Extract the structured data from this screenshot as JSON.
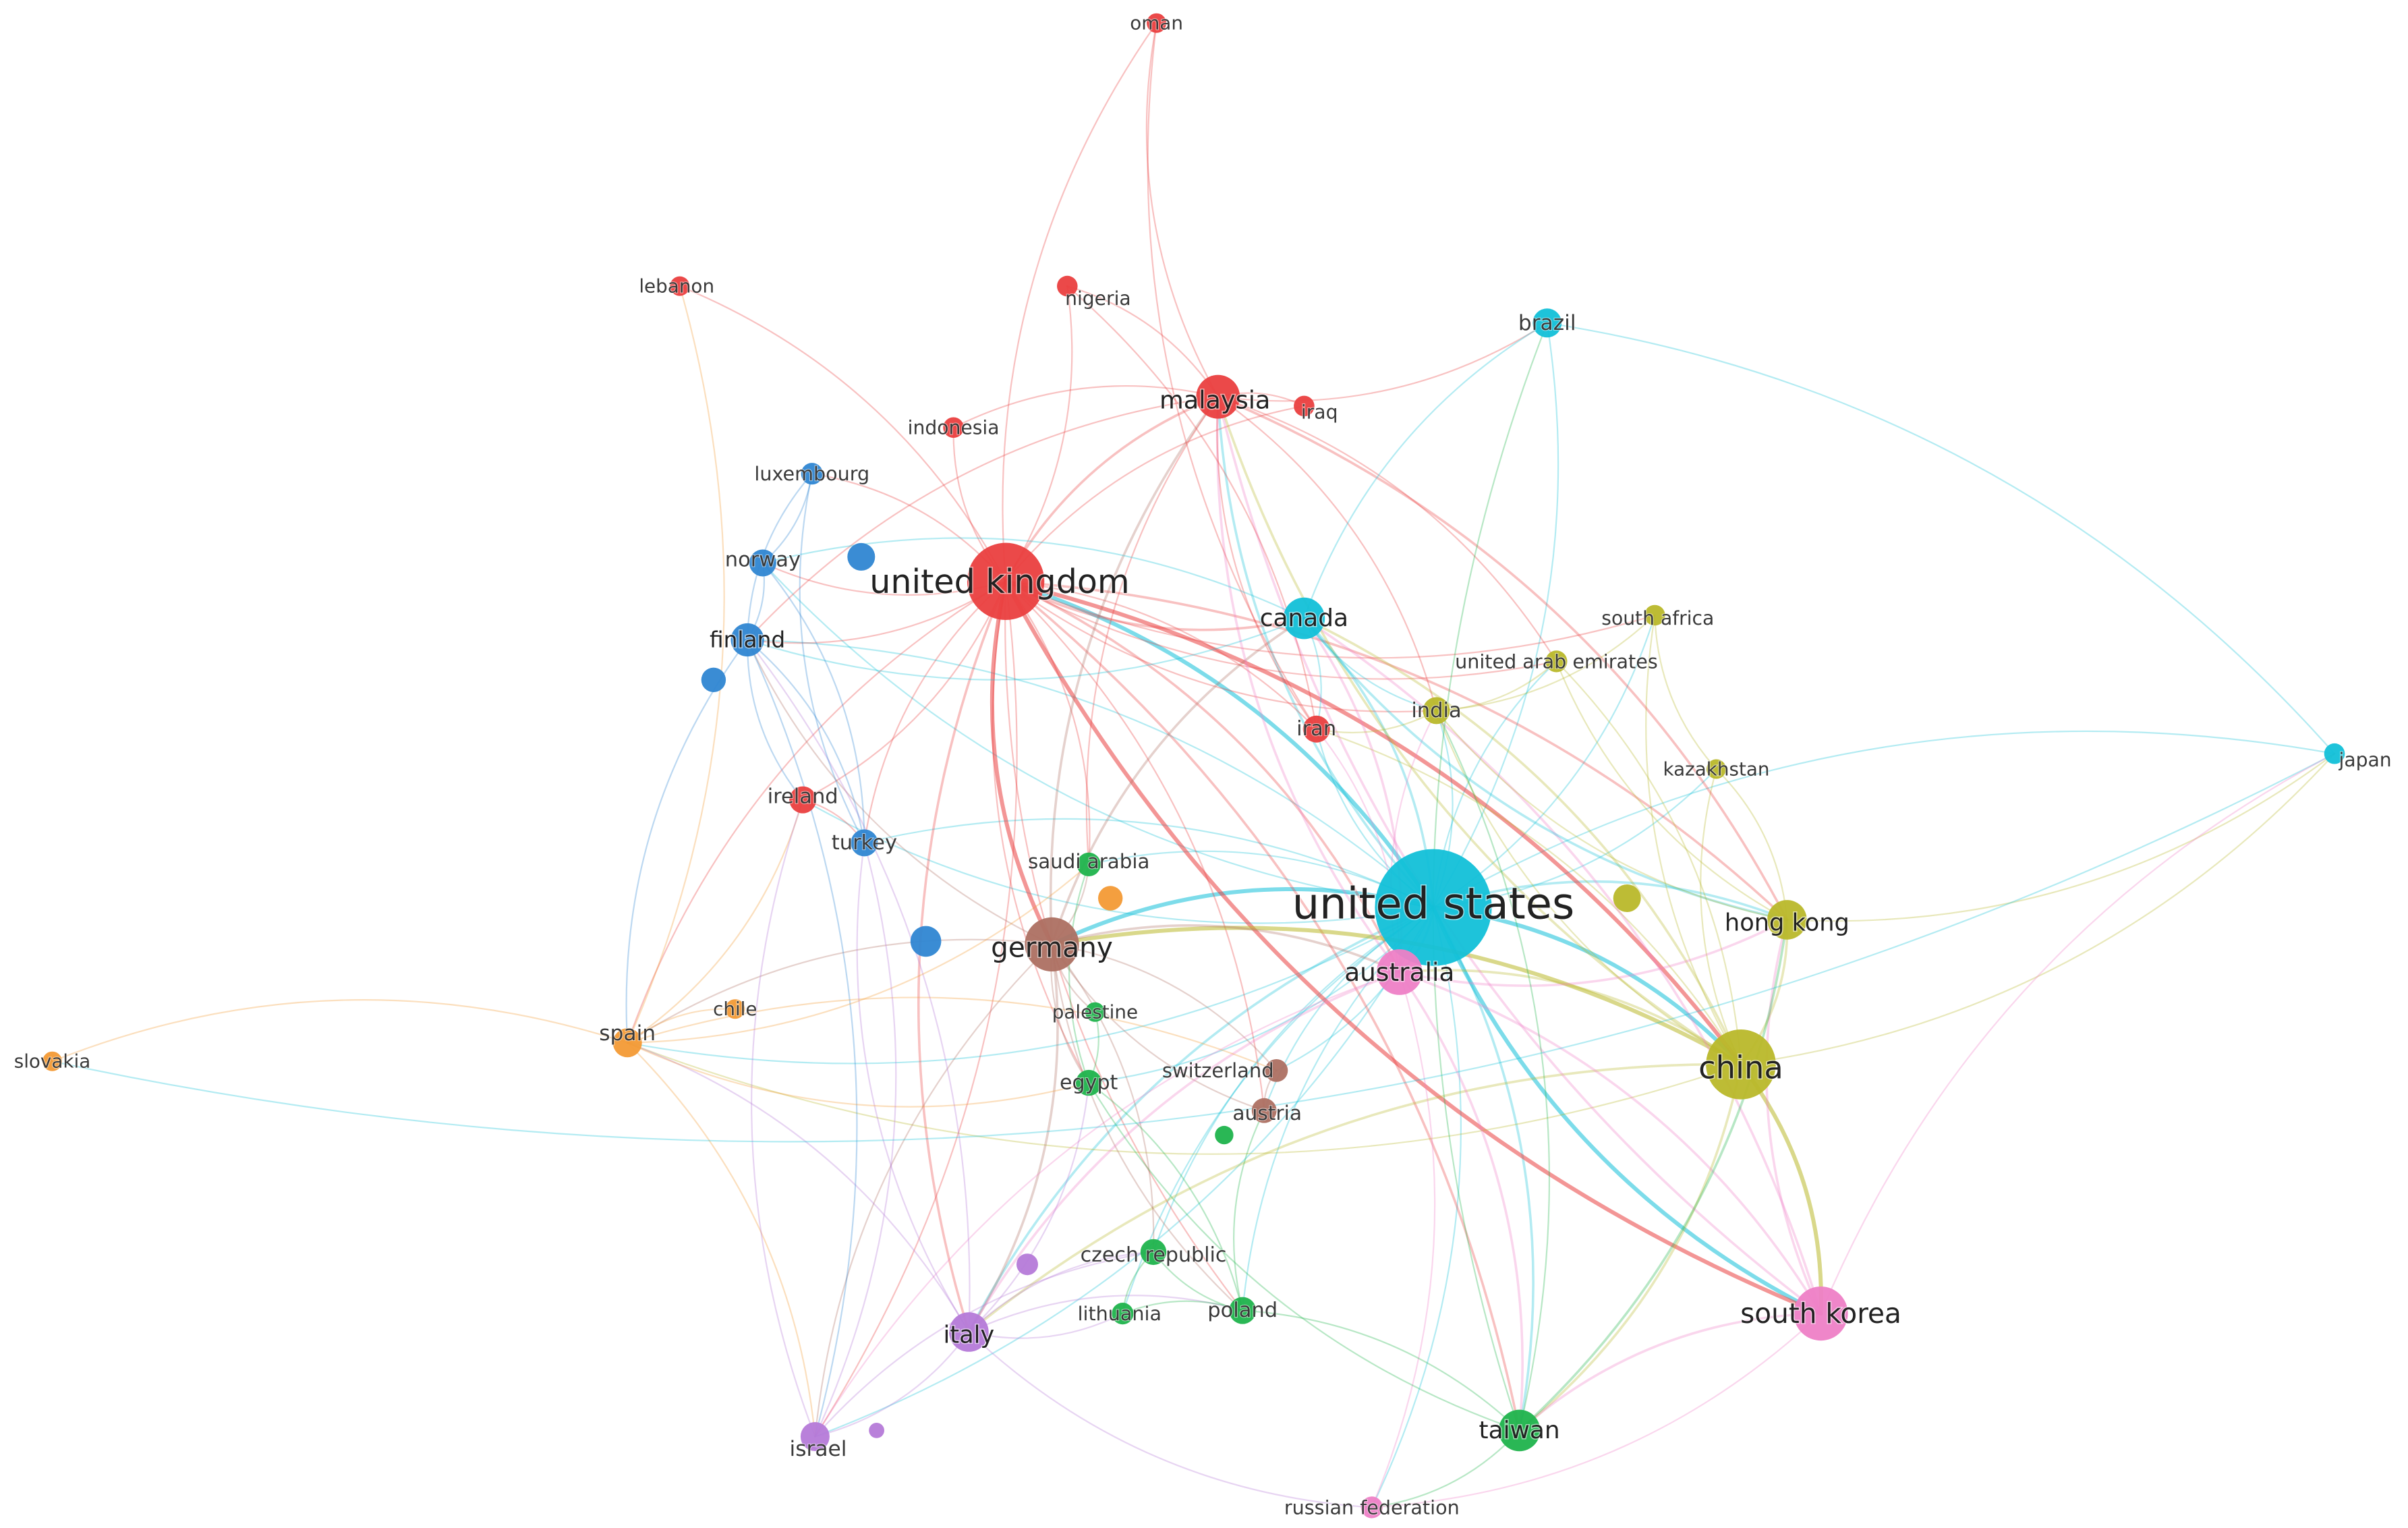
{
  "clusters": {
    "red": "#ea3f3f",
    "blue": "#2f86d2",
    "cyan": "#12c0d8",
    "olive": "#b9b82a",
    "green": "#1fb34c",
    "purple": "#b57ad8",
    "pink": "#ee7fc6",
    "brown": "#ad7062",
    "orange": "#f39a35"
  },
  "nodes": [
    {
      "id": "united-states",
      "label": "united states",
      "cluster": "cyan",
      "weight": 100
    },
    {
      "id": "united-kingdom",
      "label": "united kingdom",
      "cluster": "red",
      "weight": 62
    },
    {
      "id": "china",
      "label": "china",
      "cluster": "olive",
      "weight": 55
    },
    {
      "id": "germany",
      "label": "germany",
      "cluster": "brown",
      "weight": 40
    },
    {
      "id": "australia",
      "label": "australia",
      "cluster": "pink",
      "weight": 32
    },
    {
      "id": "south-korea",
      "label": "south korea",
      "cluster": "pink",
      "weight": 40
    },
    {
      "id": "malaysia",
      "label": "malaysia",
      "cluster": "red",
      "weight": 30
    },
    {
      "id": "canada",
      "label": "canada",
      "cluster": "cyan",
      "weight": 28
    },
    {
      "id": "hong-kong",
      "label": "hong kong",
      "cluster": "olive",
      "weight": 26
    },
    {
      "id": "italy",
      "label": "italy",
      "cluster": "purple",
      "weight": 26
    },
    {
      "id": "taiwan",
      "label": "taiwan",
      "cluster": "green",
      "weight": 28
    },
    {
      "id": "finland",
      "label": "finland",
      "cluster": "blue",
      "weight": 20
    },
    {
      "id": "spain",
      "label": "spain",
      "cluster": "orange",
      "weight": 16
    },
    {
      "id": "brazil",
      "label": "brazil",
      "cluster": "cyan",
      "weight": 16
    },
    {
      "id": "norway",
      "label": "norway",
      "cluster": "blue",
      "weight": 14
    },
    {
      "id": "india",
      "label": "india",
      "cluster": "olive",
      "weight": 14
    },
    {
      "id": "ireland",
      "label": "ireland",
      "cluster": "red",
      "weight": 14
    },
    {
      "id": "turkey",
      "label": "turkey",
      "cluster": "blue",
      "weight": 14
    },
    {
      "id": "iran",
      "label": "iran",
      "cluster": "red",
      "weight": 14
    },
    {
      "id": "poland",
      "label": "poland",
      "cluster": "green",
      "weight": 14
    },
    {
      "id": "israel",
      "label": "israel",
      "cluster": "purple",
      "weight": 16
    },
    {
      "id": "czech-republic",
      "label": "czech republic",
      "cluster": "green",
      "weight": 13
    },
    {
      "id": "egypt",
      "label": "egypt",
      "cluster": "green",
      "weight": 13
    },
    {
      "id": "austria",
      "label": "austria",
      "cluster": "brown",
      "weight": 12
    },
    {
      "id": "switzerland",
      "label": "switzerland",
      "cluster": "brown",
      "weight": 10
    },
    {
      "id": "saudi-arabia",
      "label": "saudi arabia",
      "cluster": "green",
      "weight": 11
    },
    {
      "id": "luxembourg",
      "label": "luxembourg",
      "cluster": "blue",
      "weight": 9
    },
    {
      "id": "indonesia",
      "label": "indonesia",
      "cluster": "red",
      "weight": 8
    },
    {
      "id": "nigeria",
      "label": "nigeria",
      "cluster": "red",
      "weight": 8
    },
    {
      "id": "iraq",
      "label": "iraq",
      "cluster": "red",
      "weight": 8
    },
    {
      "id": "lebanon",
      "label": "lebanon",
      "cluster": "red",
      "weight": 7
    },
    {
      "id": "oman",
      "label": "oman",
      "cluster": "red",
      "weight": 7
    },
    {
      "id": "south-africa",
      "label": "south africa",
      "cluster": "olive",
      "weight": 8
    },
    {
      "id": "united-arab-emirates",
      "label": "united arab emirates",
      "cluster": "olive",
      "weight": 9
    },
    {
      "id": "kazakhstan",
      "label": "kazakhstan",
      "cluster": "olive",
      "weight": 7
    },
    {
      "id": "japan",
      "label": "japan",
      "cluster": "cyan",
      "weight": 8
    },
    {
      "id": "chile",
      "label": "chile",
      "cluster": "orange",
      "weight": 7
    },
    {
      "id": "palestine",
      "label": "palestine",
      "cluster": "green",
      "weight": 7
    },
    {
      "id": "lithuania",
      "label": "lithuania",
      "cluster": "green",
      "weight": 9
    },
    {
      "id": "russian-federation",
      "label": "russian federation",
      "cluster": "pink",
      "weight": 9
    },
    {
      "id": "slovakia",
      "label": "slovakia",
      "cluster": "orange",
      "weight": 7
    }
  ],
  "links": [
    [
      "united-states",
      "united-kingdom"
    ],
    [
      "united-states",
      "china"
    ],
    [
      "united-states",
      "germany"
    ],
    [
      "united-states",
      "australia"
    ],
    [
      "united-states",
      "south-korea"
    ],
    [
      "united-states",
      "malaysia"
    ],
    [
      "united-states",
      "canada"
    ],
    [
      "united-states",
      "hong-kong"
    ],
    [
      "united-states",
      "italy"
    ],
    [
      "united-states",
      "taiwan"
    ],
    [
      "united-states",
      "finland"
    ],
    [
      "united-states",
      "spain"
    ],
    [
      "united-states",
      "brazil"
    ],
    [
      "united-states",
      "norway"
    ],
    [
      "united-states",
      "india"
    ],
    [
      "united-states",
      "ireland"
    ],
    [
      "united-states",
      "turkey"
    ],
    [
      "united-states",
      "iran"
    ],
    [
      "united-states",
      "poland"
    ],
    [
      "united-states",
      "israel"
    ],
    [
      "united-states",
      "czech-republic"
    ],
    [
      "united-states",
      "egypt"
    ],
    [
      "united-states",
      "austria"
    ],
    [
      "united-states",
      "switzerland"
    ],
    [
      "united-states",
      "saudi-arabia"
    ],
    [
      "united-states",
      "japan"
    ],
    [
      "united-states",
      "kazakhstan"
    ],
    [
      "united-states",
      "united-arab-emirates"
    ],
    [
      "united-states",
      "south-africa"
    ],
    [
      "united-states",
      "russian-federation"
    ],
    [
      "united-states",
      "lithuania"
    ],
    [
      "united-kingdom",
      "china"
    ],
    [
      "united-kingdom",
      "germany"
    ],
    [
      "united-kingdom",
      "australia"
    ],
    [
      "united-kingdom",
      "south-korea"
    ],
    [
      "united-kingdom",
      "malaysia"
    ],
    [
      "united-kingdom",
      "canada"
    ],
    [
      "united-kingdom",
      "hong-kong"
    ],
    [
      "united-kingdom",
      "italy"
    ],
    [
      "united-kingdom",
      "finland"
    ],
    [
      "united-kingdom",
      "spain"
    ],
    [
      "united-kingdom",
      "norway"
    ],
    [
      "united-kingdom",
      "india"
    ],
    [
      "united-kingdom",
      "ireland"
    ],
    [
      "united-kingdom",
      "turkey"
    ],
    [
      "united-kingdom",
      "iran"
    ],
    [
      "united-kingdom",
      "poland"
    ],
    [
      "united-kingdom",
      "israel"
    ],
    [
      "united-kingdom",
      "egypt"
    ],
    [
      "united-kingdom",
      "saudi-arabia"
    ],
    [
      "united-kingdom",
      "nigeria"
    ],
    [
      "united-kingdom",
      "indonesia"
    ],
    [
      "united-kingdom",
      "lebanon"
    ],
    [
      "united-kingdom",
      "oman"
    ],
    [
      "united-kingdom",
      "luxembourg"
    ],
    [
      "united-kingdom",
      "iraq"
    ],
    [
      "united-kingdom",
      "united-arab-emirates"
    ],
    [
      "united-kingdom",
      "taiwan"
    ],
    [
      "united-kingdom",
      "south-africa"
    ],
    [
      "united-kingdom",
      "austria"
    ],
    [
      "china",
      "australia"
    ],
    [
      "china",
      "south-korea"
    ],
    [
      "china",
      "hong-kong"
    ],
    [
      "china",
      "taiwan"
    ],
    [
      "china",
      "germany"
    ],
    [
      "china",
      "malaysia"
    ],
    [
      "china",
      "canada"
    ],
    [
      "china",
      "india"
    ],
    [
      "china",
      "japan"
    ],
    [
      "china",
      "kazakhstan"
    ],
    [
      "china",
      "united-arab-emirates"
    ],
    [
      "china",
      "south-africa"
    ],
    [
      "china",
      "italy"
    ],
    [
      "china",
      "spain"
    ],
    [
      "china",
      "iran"
    ],
    [
      "germany",
      "italy"
    ],
    [
      "germany",
      "spain"
    ],
    [
      "germany",
      "australia"
    ],
    [
      "germany",
      "austria"
    ],
    [
      "germany",
      "switzerland"
    ],
    [
      "germany",
      "poland"
    ],
    [
      "germany",
      "finland"
    ],
    [
      "germany",
      "egypt"
    ],
    [
      "germany",
      "czech-republic"
    ],
    [
      "germany",
      "israel"
    ],
    [
      "germany",
      "malaysia"
    ],
    [
      "germany",
      "saudi-arabia"
    ],
    [
      "germany",
      "canada"
    ],
    [
      "germany",
      "palestine"
    ],
    [
      "australia",
      "south-korea"
    ],
    [
      "australia",
      "hong-kong"
    ],
    [
      "australia",
      "malaysia"
    ],
    [
      "australia",
      "canada"
    ],
    [
      "australia",
      "taiwan"
    ],
    [
      "australia",
      "italy"
    ],
    [
      "australia",
      "india"
    ],
    [
      "australia",
      "iran"
    ],
    [
      "australia",
      "russian-federation"
    ],
    [
      "australia",
      "israel"
    ],
    [
      "south-korea",
      "hong-kong"
    ],
    [
      "south-korea",
      "taiwan"
    ],
    [
      "south-korea",
      "malaysia"
    ],
    [
      "south-korea",
      "canada"
    ],
    [
      "south-korea",
      "russian-federation"
    ],
    [
      "malaysia",
      "nigeria"
    ],
    [
      "malaysia",
      "iraq"
    ],
    [
      "malaysia",
      "indonesia"
    ],
    [
      "malaysia",
      "oman"
    ],
    [
      "malaysia",
      "iran"
    ],
    [
      "malaysia",
      "india"
    ],
    [
      "malaysia",
      "saudi-arabia"
    ],
    [
      "malaysia",
      "hong-kong"
    ],
    [
      "malaysia",
      "brazil"
    ],
    [
      "malaysia",
      "united-arab-emirates"
    ],
    [
      "malaysia",
      "finland"
    ],
    [
      "canada",
      "brazil"
    ],
    [
      "canada",
      "hong-kong"
    ],
    [
      "canada",
      "finland"
    ],
    [
      "canada",
      "india"
    ],
    [
      "canada",
      "iran"
    ],
    [
      "canada",
      "norway"
    ],
    [
      "brazil",
      "japan"
    ],
    [
      "brazil",
      "taiwan"
    ],
    [
      "hong-kong",
      "taiwan"
    ],
    [
      "hong-kong",
      "japan"
    ],
    [
      "hong-kong",
      "india"
    ],
    [
      "hong-kong",
      "kazakhstan"
    ],
    [
      "hong-kong",
      "united-arab-emirates"
    ],
    [
      "italy",
      "spain"
    ],
    [
      "italy",
      "israel"
    ],
    [
      "italy",
      "finland"
    ],
    [
      "italy",
      "czech-republic"
    ],
    [
      "italy",
      "lithuania"
    ],
    [
      "italy",
      "poland"
    ],
    [
      "italy",
      "egypt"
    ],
    [
      "italy",
      "turkey"
    ],
    [
      "finland",
      "norway"
    ],
    [
      "finland",
      "luxembourg"
    ],
    [
      "finland",
      "spain"
    ],
    [
      "finland",
      "turkey"
    ],
    [
      "finland",
      "ireland"
    ],
    [
      "finland",
      "israel"
    ],
    [
      "norway",
      "luxembourg"
    ],
    [
      "norway",
      "turkey"
    ],
    [
      "spain",
      "slovakia"
    ],
    [
      "spain",
      "chile"
    ],
    [
      "spain",
      "ireland"
    ],
    [
      "spain",
      "israel"
    ],
    [
      "spain",
      "saudi-arabia"
    ],
    [
      "spain",
      "switzerland"
    ],
    [
      "spain",
      "egypt"
    ],
    [
      "ireland",
      "turkey"
    ],
    [
      "ireland",
      "israel"
    ],
    [
      "poland",
      "czech-republic"
    ],
    [
      "poland",
      "lithuania"
    ],
    [
      "poland",
      "taiwan"
    ],
    [
      "poland",
      "egypt"
    ],
    [
      "poland",
      "austria"
    ],
    [
      "taiwan",
      "india"
    ],
    [
      "taiwan",
      "egypt"
    ],
    [
      "czech-republic",
      "lithuania"
    ],
    [
      "egypt",
      "saudi-arabia"
    ],
    [
      "egypt",
      "palestine"
    ],
    [
      "austria",
      "switzerland"
    ],
    [
      "india",
      "united-arab-emirates"
    ],
    [
      "india",
      "iran"
    ],
    [
      "india",
      "south-africa"
    ],
    [
      "lebanon",
      "spain"
    ],
    [
      "oman",
      "iran"
    ],
    [
      "nigeria",
      "iran"
    ],
    [
      "luxembourg",
      "turkey"
    ],
    [
      "israel",
      "czech-republic"
    ],
    [
      "israel",
      "turkey"
    ],
    [
      "japan",
      "slovakia"
    ],
    [
      "japan",
      "south-korea"
    ],
    [
      "kazakhstan",
      "south-africa"
    ],
    [
      "russian-federation",
      "taiwan"
    ],
    [
      "russian-federation",
      "italy"
    ]
  ]
}
